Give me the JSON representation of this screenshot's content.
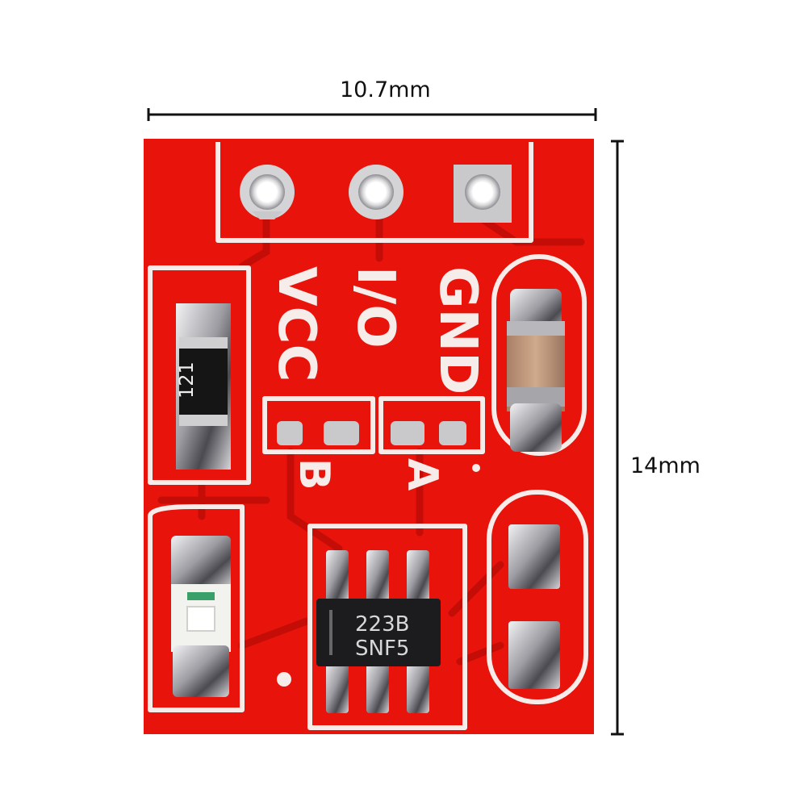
{
  "dimensions": {
    "width_label": "10.7mm",
    "height_label": "14mm"
  },
  "board": {
    "color": "#e8140c",
    "silkscreen_color": "#f6ece9",
    "pad_color": "#c9c9cc",
    "pins": [
      "VCC",
      "I/O",
      "GND"
    ],
    "jumpers": [
      "B",
      "A"
    ],
    "resistor_marking": "121",
    "ic_marking": [
      "223B",
      "SNF5"
    ]
  }
}
